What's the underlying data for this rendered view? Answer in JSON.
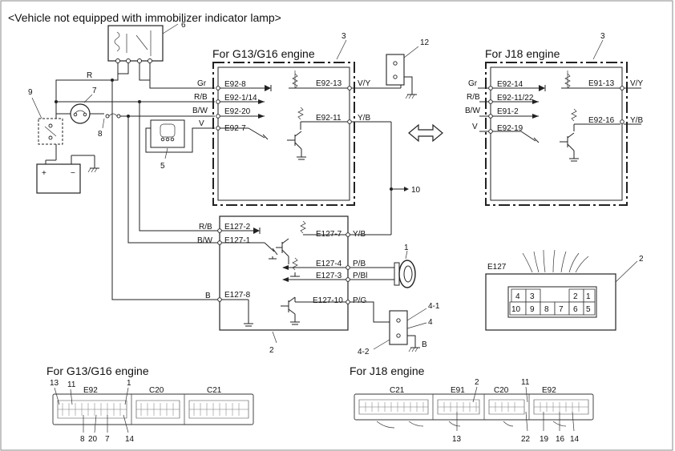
{
  "header": {
    "title": "<Vehicle not equipped with immobilizer indicator lamp>"
  },
  "left_ecm": {
    "heading": "For G13/G16 engine",
    "callout": "3",
    "pins": [
      {
        "pin": "E92-8",
        "wire": "Gr"
      },
      {
        "pin": "E92-1/14",
        "wire": "R/B"
      },
      {
        "pin": "E92-20",
        "wire": "B/W"
      },
      {
        "pin": "E92-7",
        "wire": "V"
      }
    ],
    "right_pins": [
      {
        "pin": "E92-13",
        "wire": "V/Y"
      },
      {
        "pin": "E92-11",
        "wire": "Y/B"
      }
    ]
  },
  "right_ecm": {
    "heading": "For J18 engine",
    "callout": "3",
    "pins": [
      {
        "pin": "E92-14",
        "wire": "Gr"
      },
      {
        "pin": "E92-11/22",
        "wire": "R/B"
      },
      {
        "pin": "E91-2",
        "wire": "B/W"
      },
      {
        "pin": "E92-19",
        "wire": "V"
      }
    ],
    "right_pins": [
      {
        "pin": "E91-13",
        "wire": "V/Y"
      },
      {
        "pin": "E92-16",
        "wire": "Y/B"
      }
    ]
  },
  "controller": {
    "callout": "2",
    "pins": [
      {
        "pin": "E127-2",
        "wire": "R/B"
      },
      {
        "pin": "E127-1",
        "wire": "B/W"
      },
      {
        "pin": "E127-8",
        "wire": "B"
      }
    ],
    "right_pins": [
      {
        "pin": "E127-7",
        "wire": "Y/B"
      },
      {
        "pin": "E127-4",
        "wire": "P/B"
      },
      {
        "pin": "E127-3",
        "wire": "P/Bl"
      },
      {
        "pin": "E127-10",
        "wire": "P/G"
      }
    ]
  },
  "main_wire_label": "R",
  "ground_wire_label": "B",
  "callouts": {
    "relay": "6",
    "fuse_box": "9",
    "lamp": "7",
    "fuse": "8",
    "dlc": "12",
    "sensor": "5",
    "coil": "1",
    "tach_out": "10",
    "switch": "4",
    "switch_a": "4-1",
    "switch_b": "4-2"
  },
  "connector_e127": {
    "name": "E127",
    "callout": "2",
    "top_row": [
      "4",
      "3",
      "",
      "2",
      "1"
    ],
    "bottom_row": [
      "10",
      "9",
      "8",
      "7",
      "6",
      "5"
    ]
  },
  "bottom_left": {
    "heading": "For G13/G16 engine",
    "connectors": [
      "E92",
      "C20",
      "C21"
    ],
    "top_numbers": [
      "13",
      "11",
      "1"
    ],
    "bottom_numbers": [
      "8",
      "20",
      "7",
      "14"
    ]
  },
  "bottom_right": {
    "heading": "For J18 engine",
    "connectors": [
      "C21",
      "E91",
      "C20",
      "E92"
    ],
    "top_numbers": [
      "2",
      "11"
    ],
    "bottom_numbers": [
      "13",
      "22",
      "19",
      "16",
      "14"
    ]
  }
}
